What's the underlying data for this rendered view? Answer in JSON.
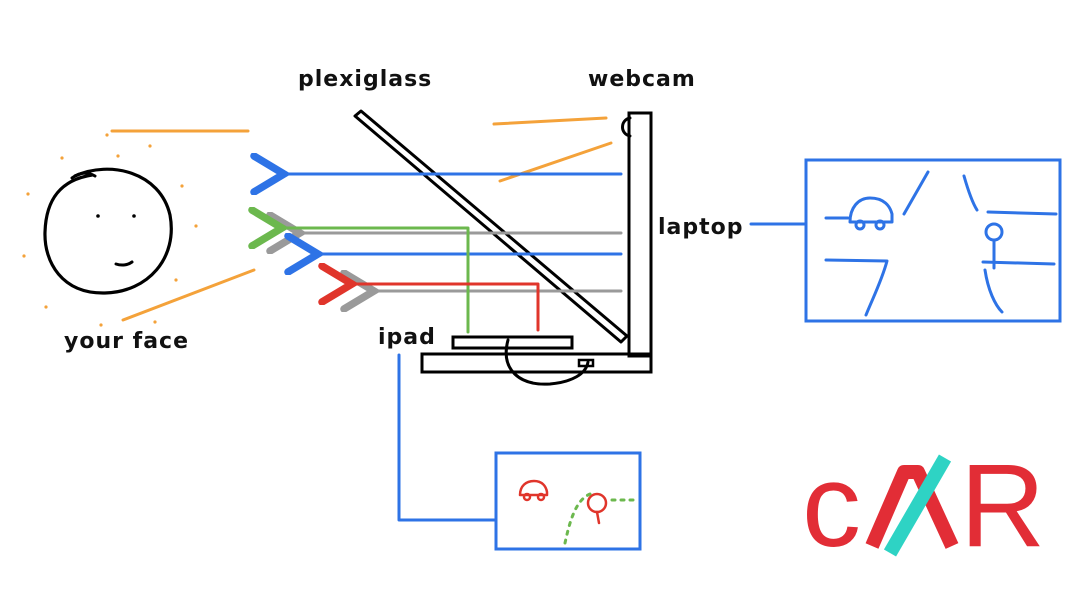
{
  "labels": {
    "plexiglass": "plexiglass",
    "webcam": "webcam",
    "laptop": "laptop",
    "your_face": "your face",
    "ipad": "ipad"
  },
  "logo": {
    "text_left": "c",
    "text_right": "R",
    "red": "#e22d36",
    "teal": "#2ed3c4"
  },
  "colors": {
    "blue": "#2e73e6",
    "orange": "#f4a23a",
    "green": "#6cb84e",
    "gray": "#9a9a9a",
    "red": "#e0352b",
    "ink": "#000000"
  }
}
